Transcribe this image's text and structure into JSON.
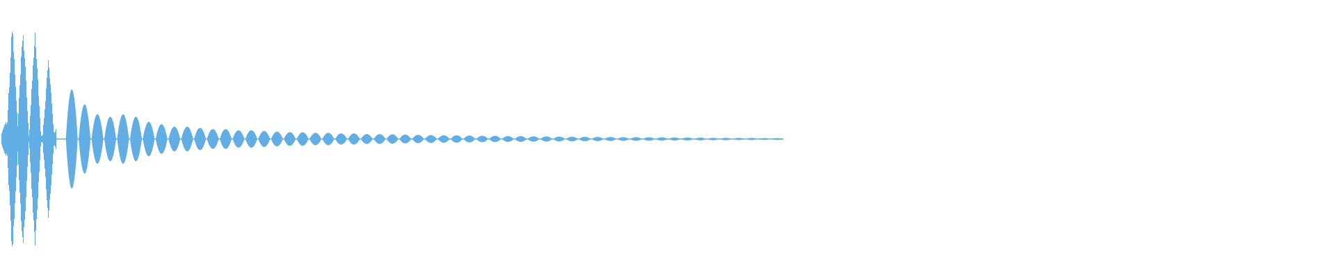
{
  "waveform": {
    "color": "#62ade3",
    "background": "#ffffff",
    "amplitude_range": [
      -1,
      1
    ],
    "duration_fraction_used": 0.587,
    "description_of_shape": "",
    "attack_bursts": [
      {
        "position": 0.004,
        "peak": 0.15
      },
      {
        "position": 0.009,
        "peak": 0.98
      },
      {
        "position": 0.017,
        "peak": 0.96
      },
      {
        "position": 0.026,
        "peak": 0.97
      },
      {
        "position": 0.036,
        "peak": 0.68
      },
      {
        "position": 0.043,
        "peak": 0.12
      },
      {
        "position": 0.048,
        "peak": 0.14
      }
    ],
    "ring_lobes": [
      0.4,
      0.28,
      0.2,
      0.18,
      0.2,
      0.18,
      0.14,
      0.12,
      0.1,
      0.1,
      0.09,
      0.08,
      0.08,
      0.07,
      0.07,
      0.065,
      0.06,
      0.055,
      0.055,
      0.05,
      0.05,
      0.045,
      0.045,
      0.04,
      0.04,
      0.038,
      0.036,
      0.034,
      0.032,
      0.03,
      0.03,
      0.028,
      0.026,
      0.025,
      0.024,
      0.023,
      0.022,
      0.021,
      0.02,
      0.019,
      0.018,
      0.017,
      0.016,
      0.015,
      0.015,
      0.014,
      0.013,
      0.012,
      0.012,
      0.011,
      0.01,
      0.01,
      0.009,
      0.009,
      0.008,
      0.008
    ]
  }
}
